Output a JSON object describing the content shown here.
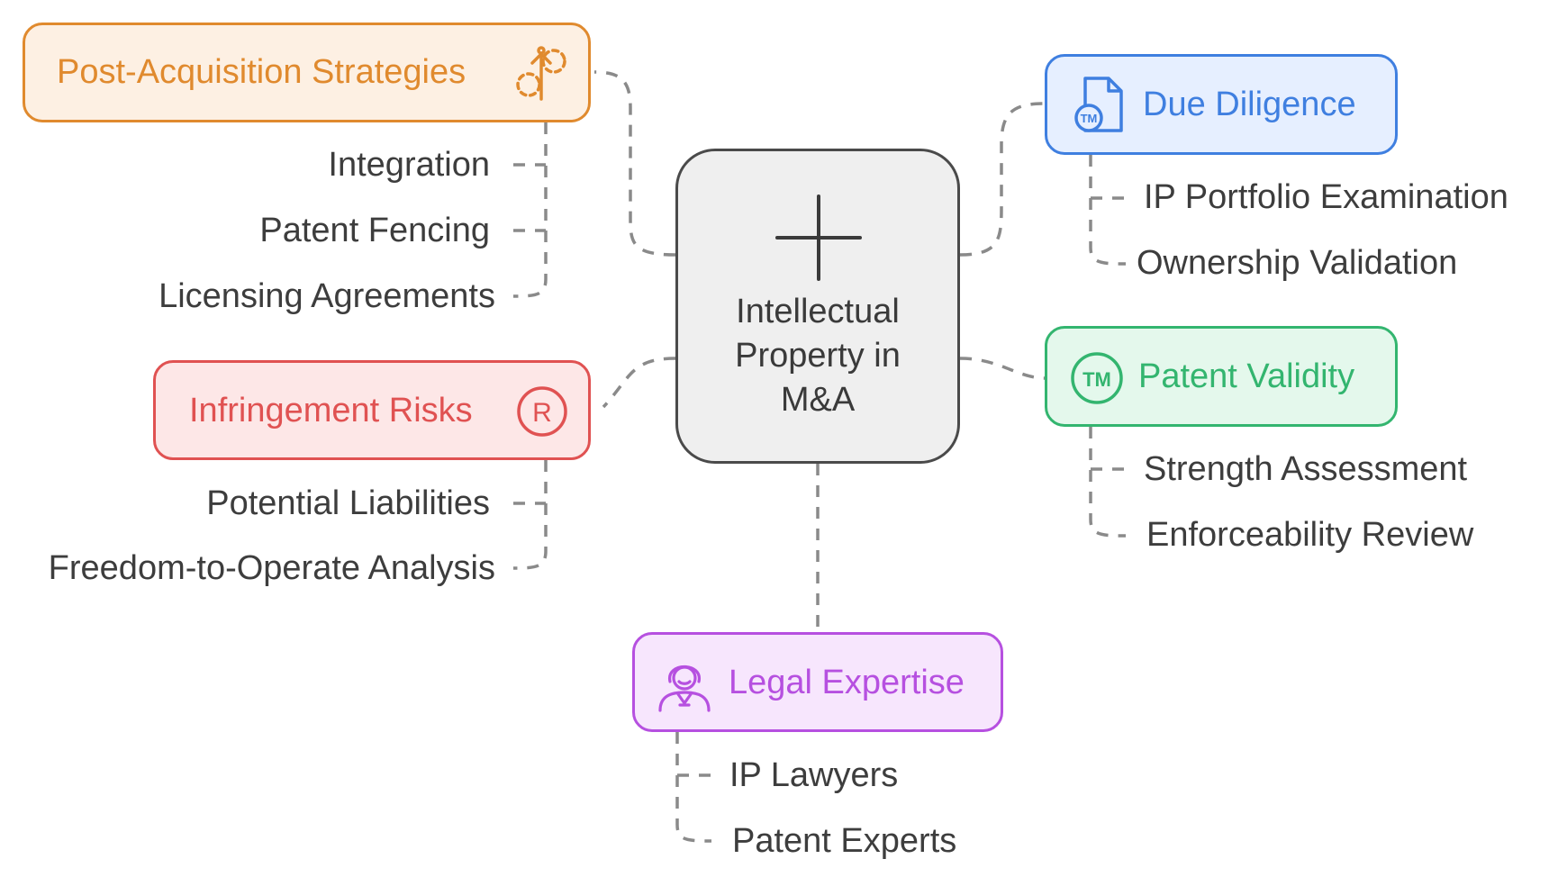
{
  "center": {
    "title": "Intellectual\nProperty in\nM&A",
    "icon": "plus-icon"
  },
  "nodes": {
    "post_acquisition": {
      "title": "Post-Acquisition Strategies",
      "icon": "growth-arrow-icon",
      "color": "#e08a2e",
      "fill": "#fdf0e3",
      "items": [
        "Integration",
        "Patent Fencing",
        "Licensing Agreements"
      ]
    },
    "infringement": {
      "title": "Infringement Risks",
      "icon": "registered-icon",
      "color": "#e05252",
      "fill": "#fde7e7",
      "items": [
        "Potential Liabilities",
        "Freedom-to-Operate Analysis"
      ]
    },
    "due_diligence": {
      "title": "Due Diligence",
      "icon": "trademark-document-icon",
      "color": "#3f7fe0",
      "fill": "#e6efff",
      "items": [
        "IP Portfolio Examination",
        "Ownership Validation"
      ]
    },
    "patent_validity": {
      "title": "Patent Validity",
      "icon": "trademark-icon",
      "color": "#33b56f",
      "fill": "#e4f8ec",
      "items": [
        "Strength Assessment",
        "Enforceability Review"
      ]
    },
    "legal_expertise": {
      "title": "Legal Expertise",
      "icon": "lawyer-icon",
      "color": "#b650e0",
      "fill": "#f7e6fd",
      "items": [
        "IP Lawyers",
        "Patent Experts"
      ]
    }
  },
  "line_color": "#8a8a8a"
}
